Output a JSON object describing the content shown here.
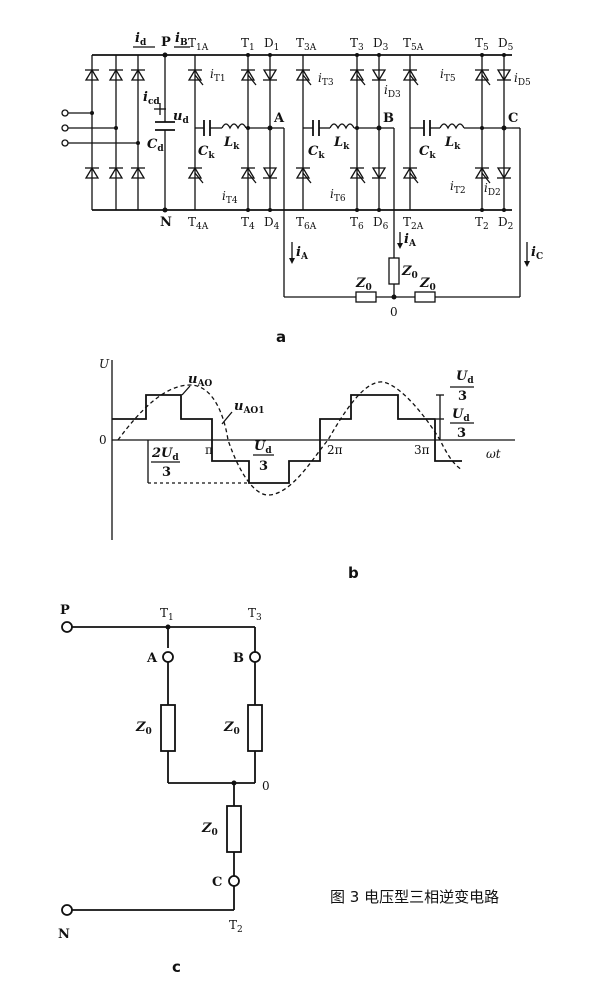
{
  "caption": "图 3   电压型三相逆变电路",
  "panel_a": {
    "label": "a",
    "id": "i",
    "id_sub": "d",
    "iB": "i",
    "iB_sub": "B",
    "P": "P",
    "N": "N",
    "icd": "i",
    "icd_sub": "cd",
    "ud": "u",
    "ud_sub": "d",
    "Cd": "C",
    "Cd_sub": "d",
    "Ck": "C",
    "Ck_sub": "k",
    "Lk": "L",
    "Lk_sub": "k",
    "T1A": "T",
    "T1A_sub": "1A",
    "T1": "T",
    "T1_sub": "1",
    "D1": "D",
    "D1_sub": "1",
    "T3A": "T",
    "T3A_sub": "3A",
    "T3": "T",
    "T3_sub": "3",
    "D3": "D",
    "D3_sub": "3",
    "T5A": "T",
    "T5A_sub": "5A",
    "T5": "T",
    "T5_sub": "5",
    "D5": "D",
    "D5_sub": "5",
    "T4A": "T",
    "T4A_sub": "4A",
    "T4": "T",
    "T4_sub": "4",
    "D4": "D",
    "D4_sub": "4",
    "T6A": "T",
    "T6A_sub": "6A",
    "T6": "T",
    "T6_sub": "6",
    "D6": "D",
    "D6_sub": "6",
    "T2A": "T",
    "T2A_sub": "2A",
    "T2": "T",
    "T2_sub": "2",
    "D2": "D",
    "D2_sub": "2",
    "A": "A",
    "B": "B",
    "C": "C",
    "iT1": "i",
    "iT1_sub": "T1",
    "iT3": "i",
    "iT3_sub": "T3",
    "iD3": "i",
    "iD3_sub": "D3",
    "iT5": "i",
    "iT5_sub": "T5",
    "iD5": "i",
    "iD5_sub": "D5",
    "iT4": "i",
    "iT4_sub": "T4",
    "iT6": "i",
    "iT6_sub": "T6",
    "iT2": "i",
    "iT2_sub": "T2",
    "iD2": "i",
    "iD2_sub": "D2",
    "iA": "i",
    "iA_sub": "A",
    "iA2": "i",
    "iA2_sub": "A",
    "iC": "i",
    "iC_sub": "C",
    "Z0": "Z",
    "Z0_sub": "0",
    "zero": "0"
  },
  "panel_b": {
    "label": "b",
    "U": "U",
    "uAO": "u",
    "uAO_sub": "AO",
    "uAO1": "u",
    "uAO1_sub": "AO1",
    "origin": "0",
    "pi": "π",
    "two_pi": "2π",
    "three_pi": "3π",
    "omega_t": "ωt",
    "two_ud_num": "2U",
    "two_ud_num_sub": "d",
    "two_ud_den": "3",
    "ud3_num": "U",
    "ud3_num_sub": "d",
    "ud3_den": "3",
    "right_top_num": "U",
    "right_top_num_sub": "d",
    "right_top_den": "3",
    "right_bot_num": "U",
    "right_bot_num_sub": "d",
    "right_bot_den": "3"
  },
  "panel_c": {
    "label": "c",
    "P": "P",
    "N": "N",
    "T1": "T",
    "T1_sub": "1",
    "T3": "T",
    "T3_sub": "3",
    "T2": "T",
    "T2_sub": "2",
    "A": "A",
    "B": "B",
    "C": "C",
    "Z0": "Z",
    "Z0_sub": "0",
    "zero": "0"
  }
}
